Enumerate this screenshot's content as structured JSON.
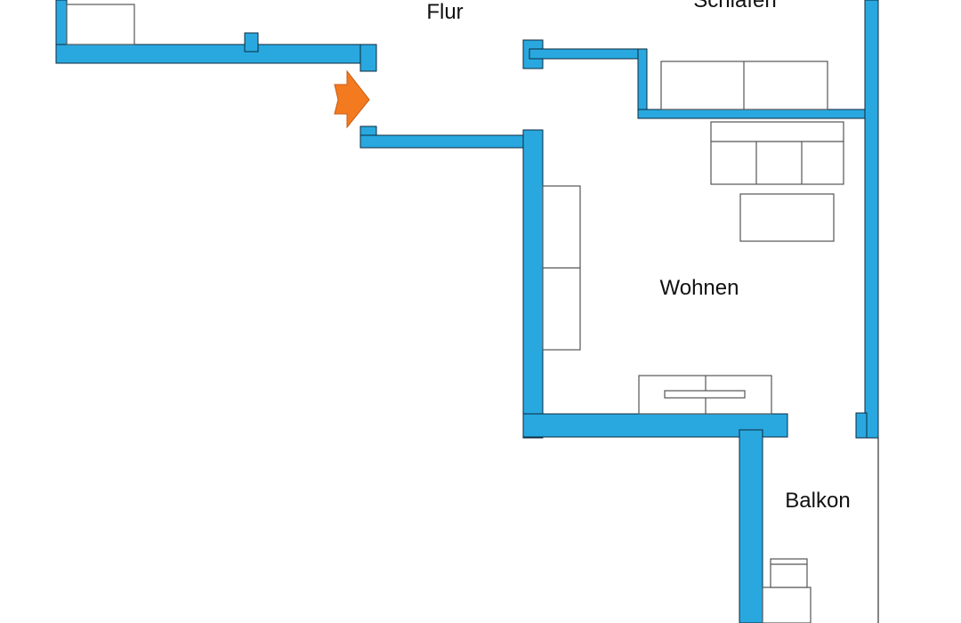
{
  "plan": {
    "wall_color": "#29a8e0",
    "entrance_arrow_color": "#f47a20",
    "rooms": {
      "schlafen": "Schlafen",
      "flur": "Flur",
      "wohnen": "Wohnen",
      "balkon": "Balkon"
    }
  }
}
